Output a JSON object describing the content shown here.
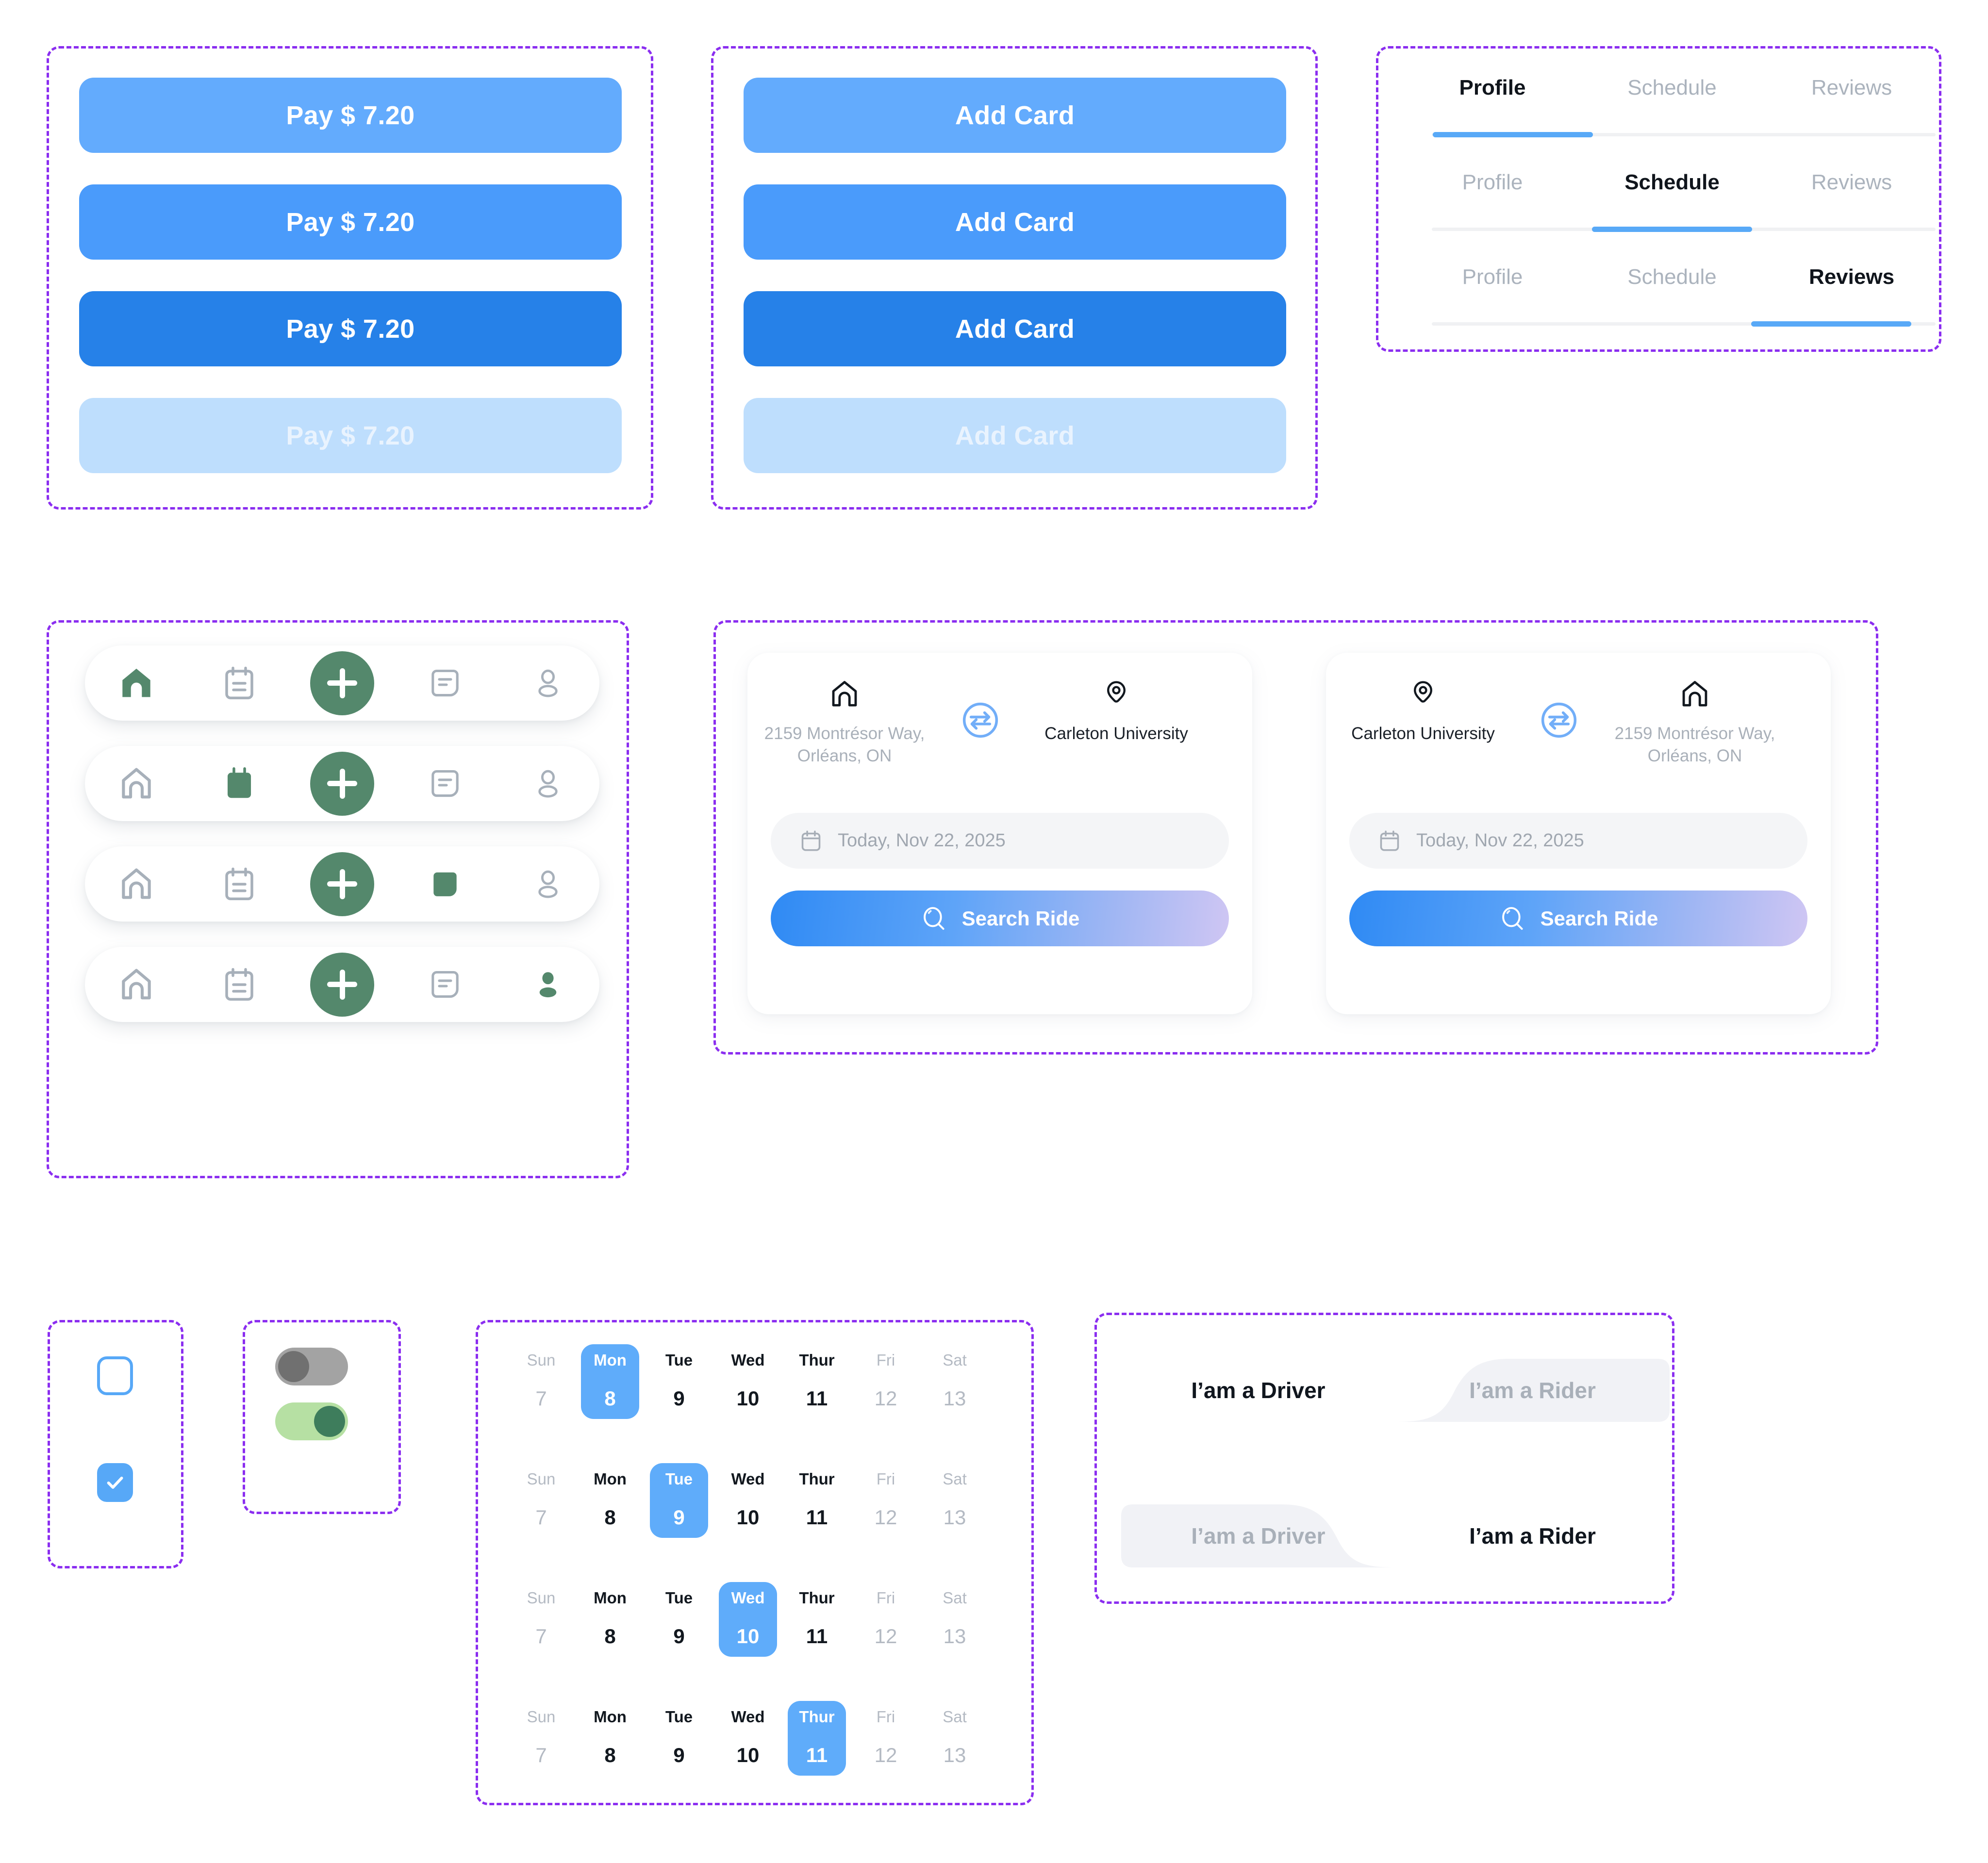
{
  "palette": {
    "blue_light": "#63ABFD",
    "blue_mid": "#4A9BFB",
    "blue_dark": "#2681E8",
    "blue_disabled": "#BEDEFD",
    "accent_blue": "#57A8F7",
    "green": "#54886C",
    "green_track": "#B6E0A3",
    "frame_purple": "#8B2EF0",
    "text_dark": "#10161E",
    "text_muted": "#A9B0B9"
  },
  "pay_buttons": {
    "group_name": "pay-button-states",
    "items": [
      {
        "label": "Pay $ 7.20",
        "state": "default"
      },
      {
        "label": "Pay $ 7.20",
        "state": "hover"
      },
      {
        "label": "Pay $ 7.20",
        "state": "pressed"
      },
      {
        "label": "Pay $ 7.20",
        "state": "disabled"
      }
    ]
  },
  "add_card_buttons": {
    "group_name": "add-card-button-states",
    "items": [
      {
        "label": "Add Card",
        "state": "default"
      },
      {
        "label": "Add Card",
        "state": "hover"
      },
      {
        "label": "Add Card",
        "state": "pressed"
      },
      {
        "label": "Add Card",
        "state": "disabled"
      }
    ]
  },
  "tabs": {
    "labels": [
      "Profile",
      "Schedule",
      "Reviews"
    ],
    "rows": [
      {
        "active_index": 0
      },
      {
        "active_index": 1
      },
      {
        "active_index": 2
      }
    ]
  },
  "navbars": {
    "icon_names": [
      "home-icon",
      "calendar-icon",
      "add-icon",
      "chat-icon",
      "person-icon"
    ],
    "rows": [
      {
        "active_index": 0
      },
      {
        "active_index": 1
      },
      {
        "active_index": 3
      },
      {
        "active_index": 4
      }
    ]
  },
  "ride_cards": [
    {
      "origin": {
        "icon": "home-icon",
        "label": "2159 Montrésor Way,\nOrléans, ON",
        "muted": true
      },
      "destination": {
        "icon": "map-pin-icon",
        "label": "Carleton University",
        "muted": false
      },
      "swap_icon": "swap-icon",
      "date_icon": "calendar-icon",
      "date_value": "Today, Nov 22, 2025",
      "search_icon": "search-icon",
      "search_label": "Search Ride"
    },
    {
      "origin": {
        "icon": "map-pin-icon",
        "label": "Carleton University",
        "muted": false
      },
      "destination": {
        "icon": "home-icon",
        "label": "2159 Montrésor Way,\nOrléans, ON",
        "muted": true
      },
      "swap_icon": "swap-icon",
      "date_icon": "calendar-icon",
      "date_value": "Today, Nov 22, 2025",
      "search_icon": "search-icon",
      "search_label": "Search Ride"
    }
  ],
  "checkboxes": [
    {
      "checked": false
    },
    {
      "checked": true
    }
  ],
  "toggles": [
    {
      "on": false
    },
    {
      "on": true
    }
  ],
  "calendar": {
    "days": [
      "Sun",
      "Mon",
      "Tue",
      "Wed",
      "Thur",
      "Fri",
      "Sat"
    ],
    "dates": [
      "7",
      "8",
      "9",
      "10",
      "11",
      "12",
      "13"
    ],
    "dimmed_indices": [
      0,
      5,
      6
    ],
    "rows": [
      {
        "selected_index": 1
      },
      {
        "selected_index": 2
      },
      {
        "selected_index": 3
      },
      {
        "selected_index": 4
      }
    ]
  },
  "role_toggle": {
    "options": [
      "I’am a Driver",
      "I’am a Rider"
    ],
    "rows": [
      {
        "active_index": 0
      },
      {
        "active_index": 1
      }
    ]
  }
}
